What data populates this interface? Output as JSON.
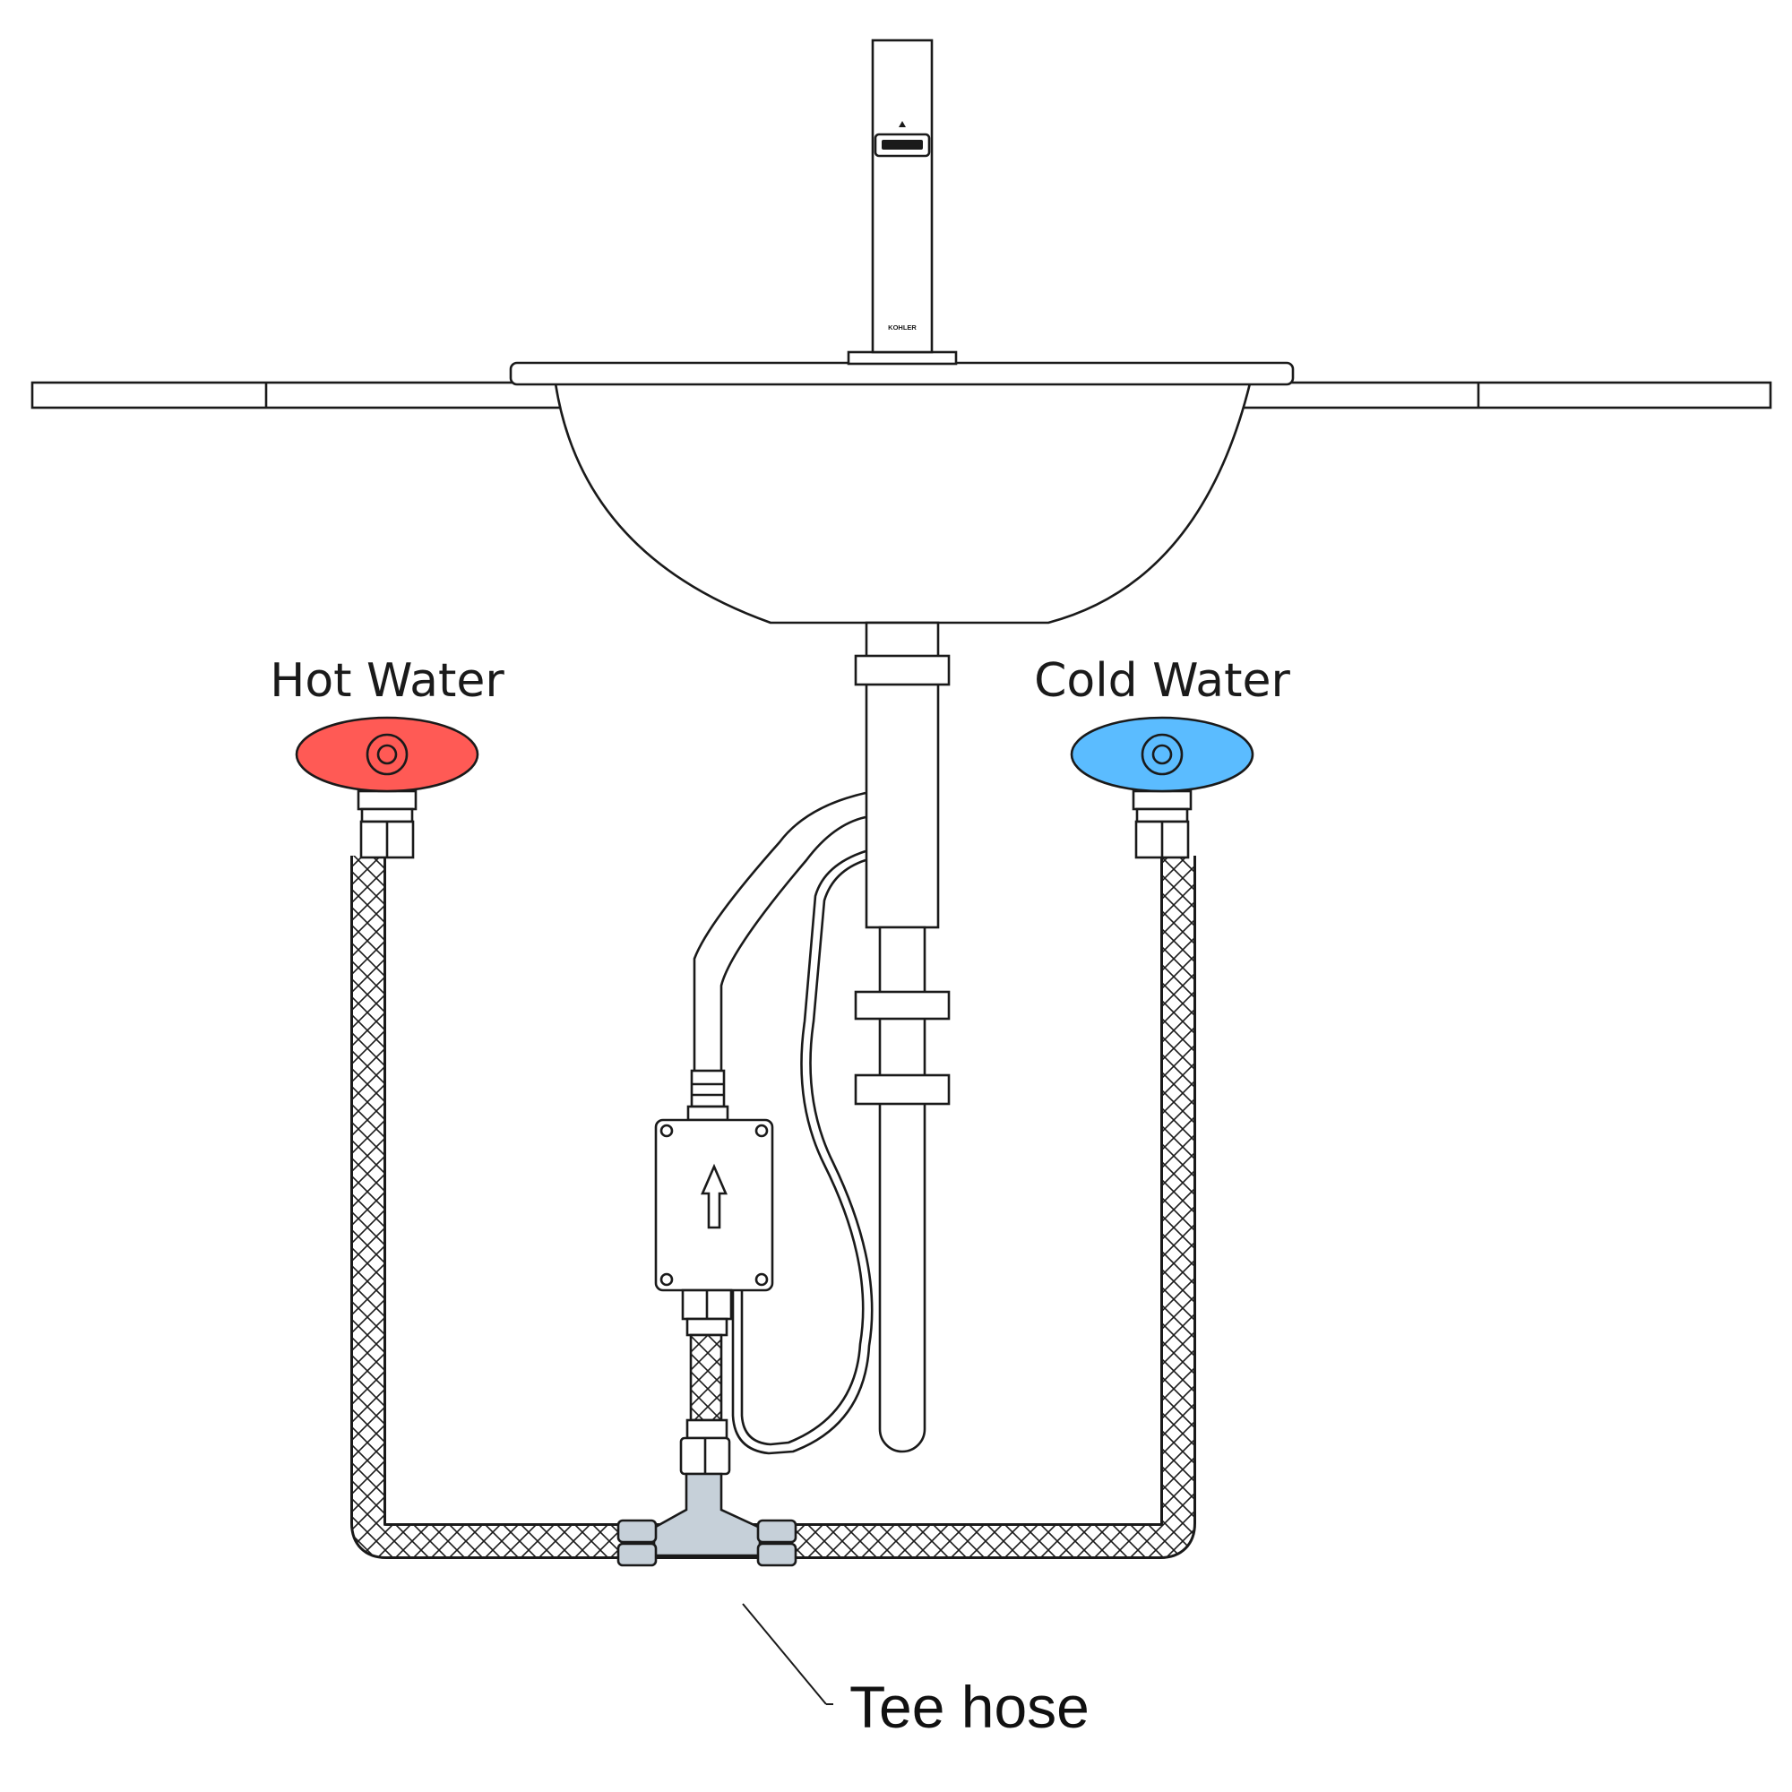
{
  "labels": {
    "hot": "Hot Water",
    "cold": "Cold Water",
    "tee": "Tee hose",
    "brand": "KOHLER"
  },
  "colors": {
    "hot_valve": "#ff5a55",
    "cold_valve": "#5bbcff",
    "tee_fitting": "#c6d0d9",
    "line": "#1a1a1a"
  },
  "icons": {
    "flow_arrow": "up-arrow-icon",
    "faucet_mark": "triangle-icon"
  }
}
